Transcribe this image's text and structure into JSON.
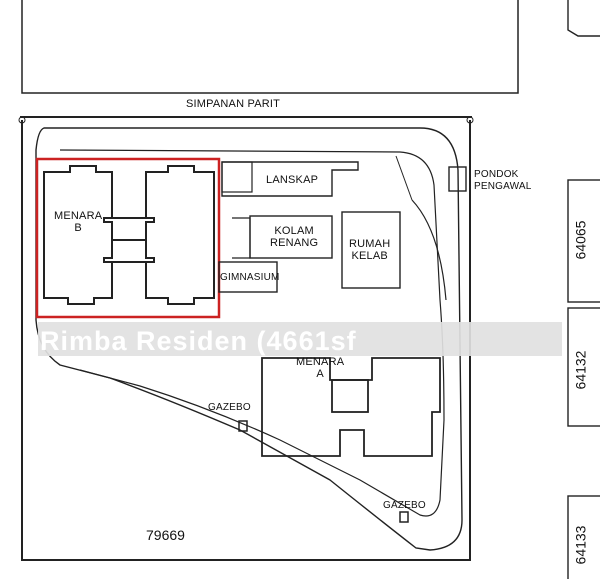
{
  "road_label": "SIMPANAN PARIT",
  "buildings": {
    "menara_b": "MENARA\nB",
    "lanskap": "LANSKAP",
    "kolam_renang": "KOLAM\nRENANG",
    "rumah_kelab": "RUMAH\nKELAB",
    "gimnasium": "GIMNASIUM",
    "pondok_pengawal": "PONDOK\nPENGAWAL",
    "menara_a": "MENARA\nA",
    "gazebo_1": "GAZEBO",
    "gazebo_2": "GAZEBO"
  },
  "lot_numbers": {
    "lot_main": "79669",
    "lot_right_1": "64065",
    "lot_right_2": "64132",
    "lot_right_3": "64133"
  },
  "watermark": "Rimba Residen (4661sf",
  "colors": {
    "highlight": "#cc2222",
    "line": "#111111"
  }
}
